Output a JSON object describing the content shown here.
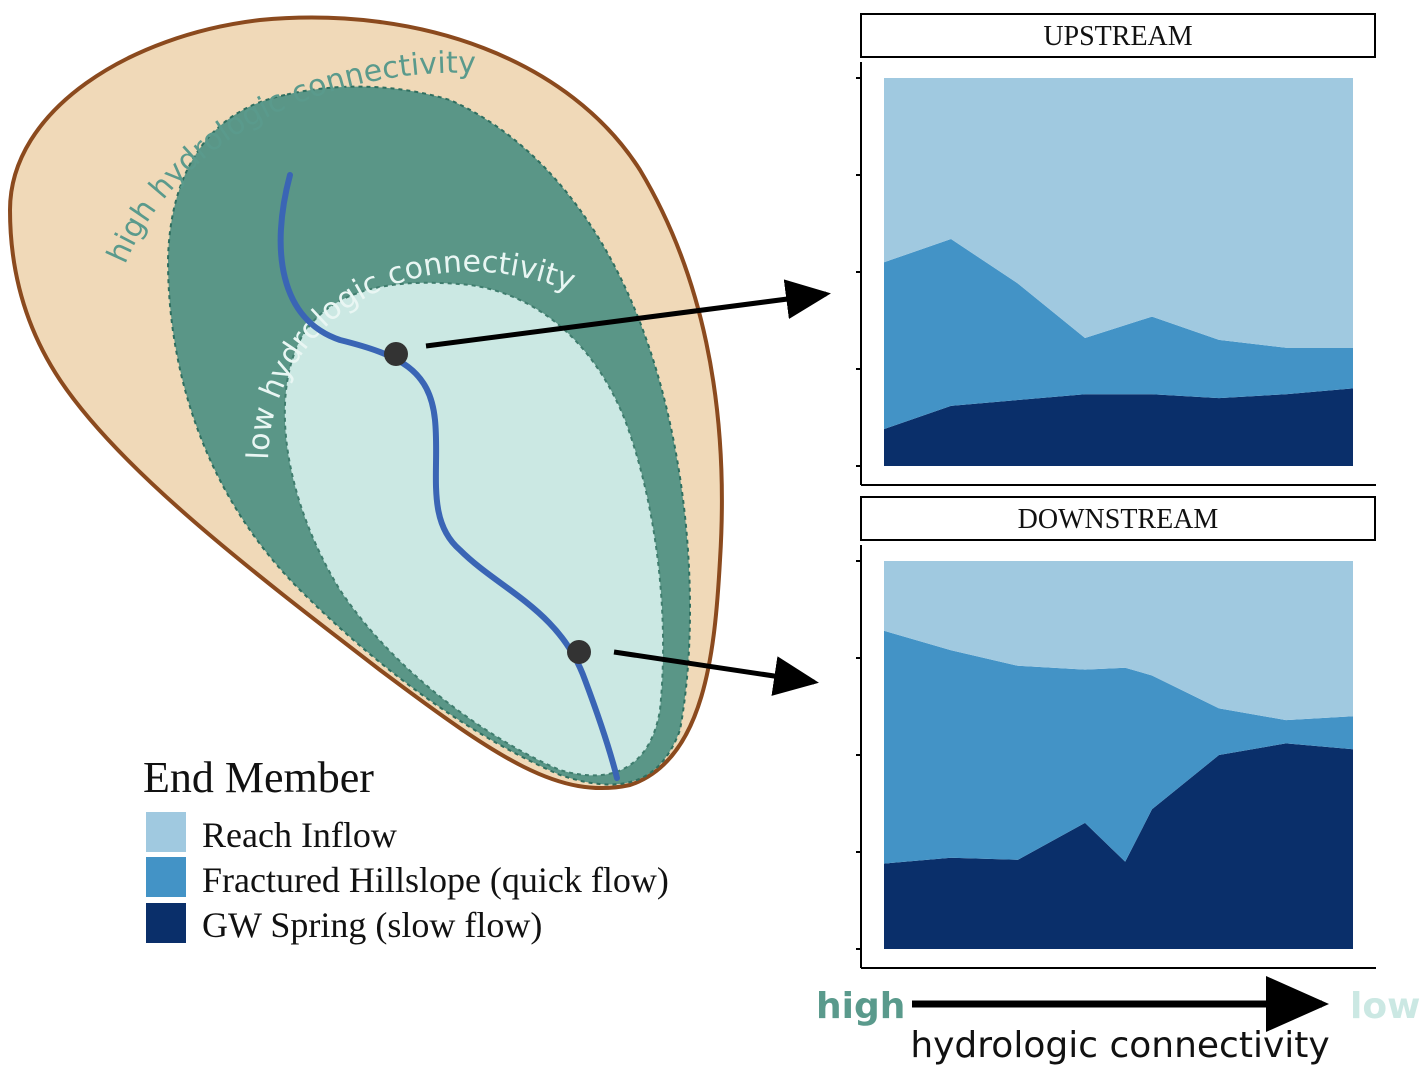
{
  "map": {
    "outer_label": "high hydrologic connectivity",
    "inner_label": "low hydrologic connectivity",
    "colors": {
      "outer_fill": "#f0d9b8",
      "outer_stroke": "#8b4a1e",
      "middle_fill": "#5a9687",
      "inner_fill": "#cbe8e3",
      "stream": "#3a65b5",
      "outer_text": "#5a9a8c",
      "inner_text": "#e9f6f3",
      "site": "#333333"
    }
  },
  "legend": {
    "title": "End Member",
    "items": [
      {
        "label": "Reach Inflow",
        "color": "#a0c9e0"
      },
      {
        "label": "Fractured Hillslope (quick flow)",
        "color": "#4393c6"
      },
      {
        "label": "GW Spring (slow flow)",
        "color": "#0a2f6a"
      }
    ]
  },
  "panels": {
    "upstream": {
      "title": "UPSTREAM"
    },
    "downstream": {
      "title": "DOWNSTREAM"
    }
  },
  "axis": {
    "high_label": "high",
    "low_label": "low",
    "caption": "hydrologic connectivity",
    "high_color": "#5a9a8c",
    "low_color": "#cbe8e3"
  },
  "chart_data": [
    {
      "type": "area",
      "title": "UPSTREAM",
      "stacked": true,
      "normalized": true,
      "ylim": [
        0,
        1
      ],
      "x": [
        0,
        1,
        2,
        3,
        4,
        5,
        6,
        7
      ],
      "series": [
        {
          "name": "GW Spring (slow flow)",
          "color": "#0a2f6a",
          "values": [
            0.095,
            0.155,
            0.17,
            0.185,
            0.185,
            0.175,
            0.185,
            0.2
          ]
        },
        {
          "name": "Fractured Hillslope (quick flow)",
          "color": "#4393c6",
          "values": [
            0.43,
            0.43,
            0.3,
            0.145,
            0.2,
            0.15,
            0.12,
            0.105
          ]
        },
        {
          "name": "Reach Inflow",
          "color": "#a0c9e0",
          "values": [
            0.475,
            0.415,
            0.53,
            0.67,
            0.615,
            0.675,
            0.695,
            0.695
          ]
        }
      ]
    },
    {
      "type": "area",
      "title": "DOWNSTREAM",
      "stacked": true,
      "normalized": true,
      "ylim": [
        0,
        1
      ],
      "x": [
        0,
        1,
        2,
        3,
        3.6,
        4,
        5,
        6,
        7
      ],
      "series": [
        {
          "name": "GW Spring (slow flow)",
          "color": "#0a2f6a",
          "values": [
            0.22,
            0.235,
            0.23,
            0.325,
            0.225,
            0.36,
            0.5,
            0.53,
            0.515
          ]
        },
        {
          "name": "Fractured Hillslope (quick flow)",
          "color": "#4393c6",
          "values": [
            0.6,
            0.535,
            0.5,
            0.395,
            0.5,
            0.345,
            0.12,
            0.06,
            0.085
          ]
        },
        {
          "name": "Reach Inflow",
          "color": "#a0c9e0",
          "values": [
            0.18,
            0.23,
            0.27,
            0.28,
            0.275,
            0.295,
            0.38,
            0.41,
            0.4
          ]
        }
      ]
    }
  ]
}
